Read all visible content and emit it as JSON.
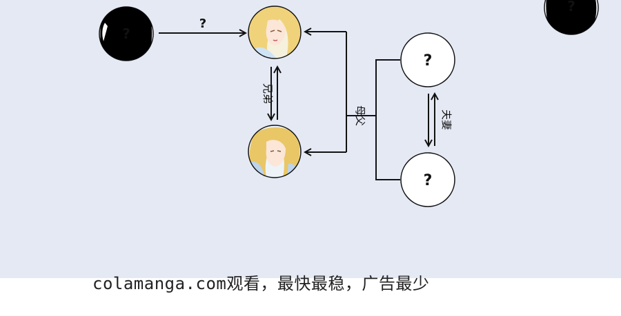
{
  "nodes": {
    "unknown_mark": "?",
    "silhouette_left": {
      "mark": "?"
    },
    "silhouette_corner": {
      "mark": "?"
    },
    "character_top": {
      "portrait": "blonde-girl-portrait"
    },
    "character_bottom": {
      "portrait": "blonde-girl-portrait"
    },
    "parent_top": {
      "mark": "?"
    },
    "parent_bottom": {
      "mark": "?"
    }
  },
  "edges": {
    "unknown_link_label": "?",
    "siblings_label": "兄弟",
    "parents_label": "母父",
    "couple_label": "夫妻"
  },
  "footer": {
    "text": "colamanga.com观看，最快最稳，广告最少"
  },
  "colors": {
    "panel": "#e4e9f4",
    "line": "#111111",
    "node_fill": "#ffffff"
  }
}
